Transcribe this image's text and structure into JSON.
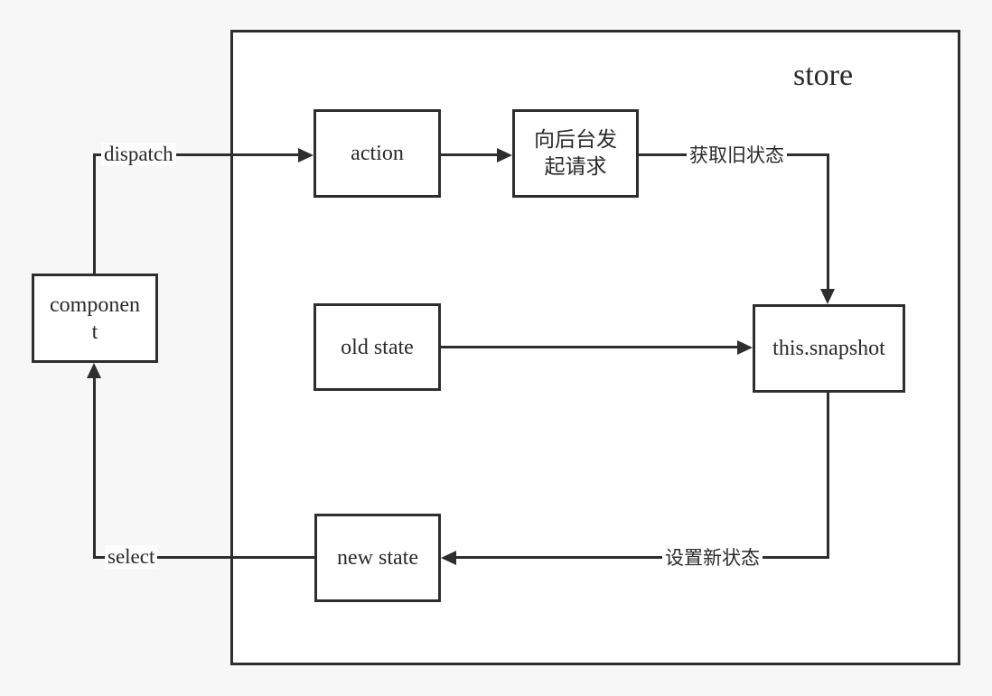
{
  "diagram": {
    "store_label": "store",
    "nodes": {
      "component": {
        "label": "componen\nt"
      },
      "action": {
        "label": "action"
      },
      "request": {
        "label": "向后台发\n起请求"
      },
      "old_state": {
        "label": "old state"
      },
      "snapshot": {
        "label": "this.snapshot"
      },
      "new_state": {
        "label": "new state"
      }
    },
    "edges": [
      {
        "from": "component",
        "to": "action",
        "label": "dispatch"
      },
      {
        "from": "action",
        "to": "request",
        "label": ""
      },
      {
        "from": "request",
        "to": "snapshot",
        "label": "获取旧状态"
      },
      {
        "from": "old_state",
        "to": "snapshot",
        "label": ""
      },
      {
        "from": "snapshot",
        "to": "new_state",
        "label": "设置新状态"
      },
      {
        "from": "new_state",
        "to": "component",
        "label": "select"
      }
    ],
    "colors": {
      "background": "#f7f7f7",
      "store_fill": "#ffffff",
      "line": "#2e2e2e",
      "text": "#2a2a2a"
    }
  }
}
